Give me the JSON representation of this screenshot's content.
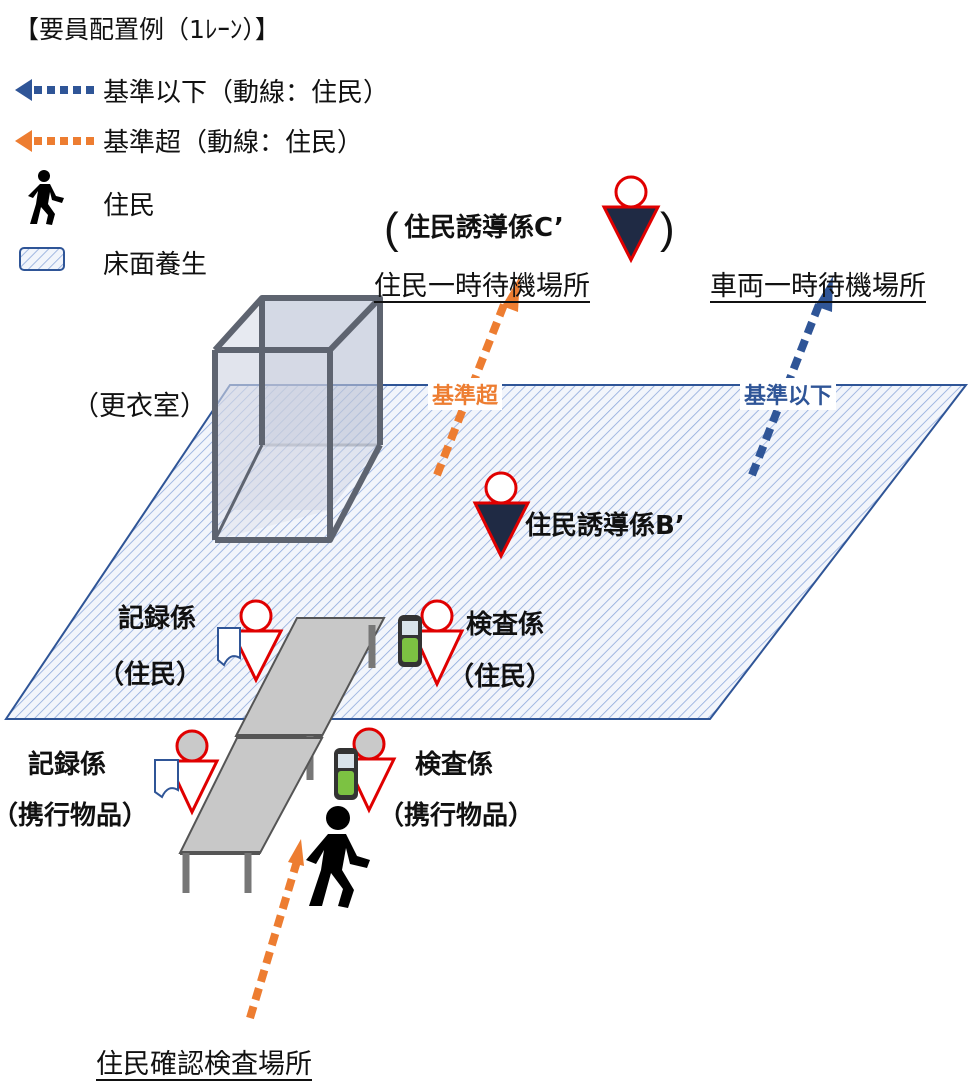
{
  "title": "【要員配置例（1ﾚｰﾝ）】",
  "legend": {
    "below": "基準以下（動線：住民）",
    "over": "基準超（動線：住民）",
    "resident": "住民",
    "floor": "床面養生"
  },
  "areas": {
    "resident_wait": "住民一時待機場所",
    "vehicle_wait": "車両一時待機場所",
    "inspection": "住民確認検査場所"
  },
  "flow_labels": {
    "over": "基準超",
    "below": "基準以下"
  },
  "staff": {
    "guide_c": "住民誘導係C’",
    "guide_b": "住民誘導係B’",
    "record_resident_1": "記録係",
    "record_resident_2": "（住民）",
    "inspect_resident_1": "検査係",
    "inspect_resident_2": "（住民）",
    "record_items_1": "記録係",
    "record_items_2": "（携行物品）",
    "inspect_items_1": "検査係",
    "inspect_items_2": "（携行物品）"
  },
  "room": "（更衣室）",
  "colors": {
    "below": "#2f5597",
    "over": "#ed7d31",
    "staff_outline": "#e00000",
    "guide_fill": "#1f2a44",
    "floor_stripe": "#8ea9db",
    "floor_edge": "#2f5597"
  }
}
